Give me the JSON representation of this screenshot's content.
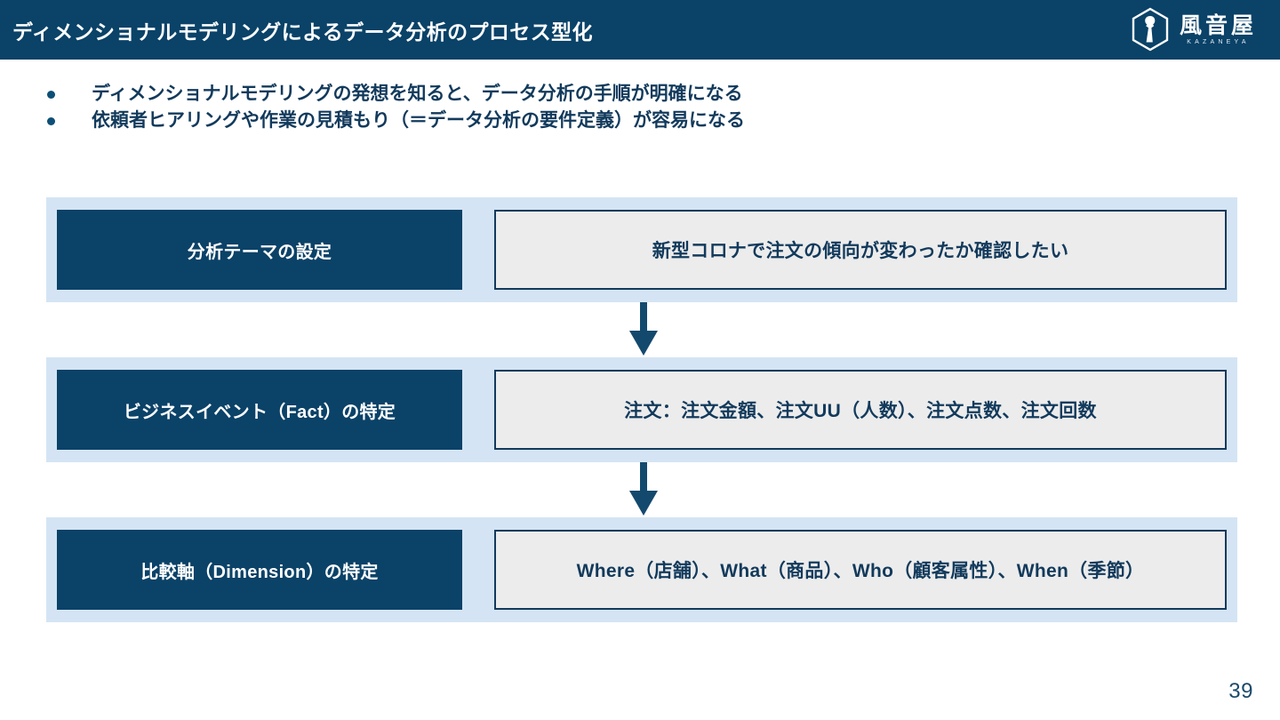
{
  "header": {
    "title": "ディメンショナルモデリングによるデータ分析のプロセス型化",
    "background_color": "#0a4268",
    "logo": {
      "icon_name": "kazaneya-hexagon-logo",
      "kanji": "風音屋",
      "roman": "KAZANEYA"
    }
  },
  "bullets": [
    {
      "marker": "●",
      "text": "ディメンショナルモデリングの発想を知ると、データ分析の手順が明確になる"
    },
    {
      "marker": "●",
      "text": "依頼者ヒアリングや作業の見積もり（＝データ分析の要件定義）が容易になる"
    }
  ],
  "flow": {
    "band_color": "#d4e4f4",
    "label_color": "#0b4268",
    "value_fill": "#ececec",
    "value_border": "#123a5c",
    "arrow_color": "#14496e",
    "steps": [
      {
        "label": "分析テーマの設定",
        "value": "新型コロナで注文の傾向が変わったか確認したい"
      },
      {
        "label": "ビジネスイベント（Fact）の特定",
        "value": "注文：注文金額、注文UU（人数）、注文点数、注文回数"
      },
      {
        "label": "比較軸（Dimension）の特定",
        "value": "Where（店舗）、What（商品）、Who（顧客属性）、When（季節）"
      }
    ],
    "arrows": [
      {
        "icon_name": "arrow-down-icon"
      },
      {
        "icon_name": "arrow-down-icon"
      }
    ]
  },
  "footer": {
    "page_number": "39"
  }
}
